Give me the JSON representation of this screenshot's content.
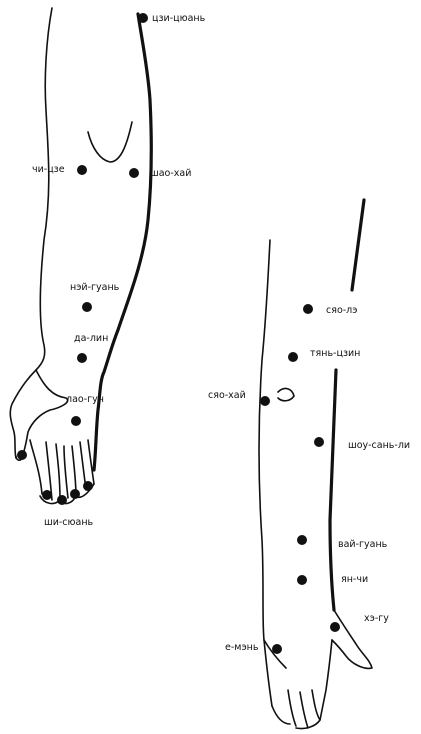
{
  "colors": {
    "ink": "#111111",
    "background": "#ffffff"
  },
  "left_arm": {
    "points": [
      {
        "id": "czi-cyuan",
        "label": "цзи-цюань"
      },
      {
        "id": "chi-cze",
        "label": "чи-цзе"
      },
      {
        "id": "shao-hai",
        "label": "шао-хай"
      },
      {
        "id": "nei-guan",
        "label": "нэй-гуань"
      },
      {
        "id": "da-lin",
        "label": "да-лин"
      },
      {
        "id": "lao-gun",
        "label": "лао-гун"
      },
      {
        "id": "shi-syuan",
        "label": "ши-сюань"
      }
    ]
  },
  "right_arm": {
    "points": [
      {
        "id": "syao-le",
        "label": "сяо-лэ"
      },
      {
        "id": "tyan-czin",
        "label": "тянь-цзин"
      },
      {
        "id": "syao-hai",
        "label": "сяо-хай"
      },
      {
        "id": "shou-san-li",
        "label": "шоу-сань-ли"
      },
      {
        "id": "vai-guan",
        "label": "вай-гуань"
      },
      {
        "id": "yan-chi",
        "label": "ян-чи"
      },
      {
        "id": "he-gu",
        "label": "хэ-гу"
      },
      {
        "id": "e-men",
        "label": "е-мэнь"
      }
    ]
  }
}
